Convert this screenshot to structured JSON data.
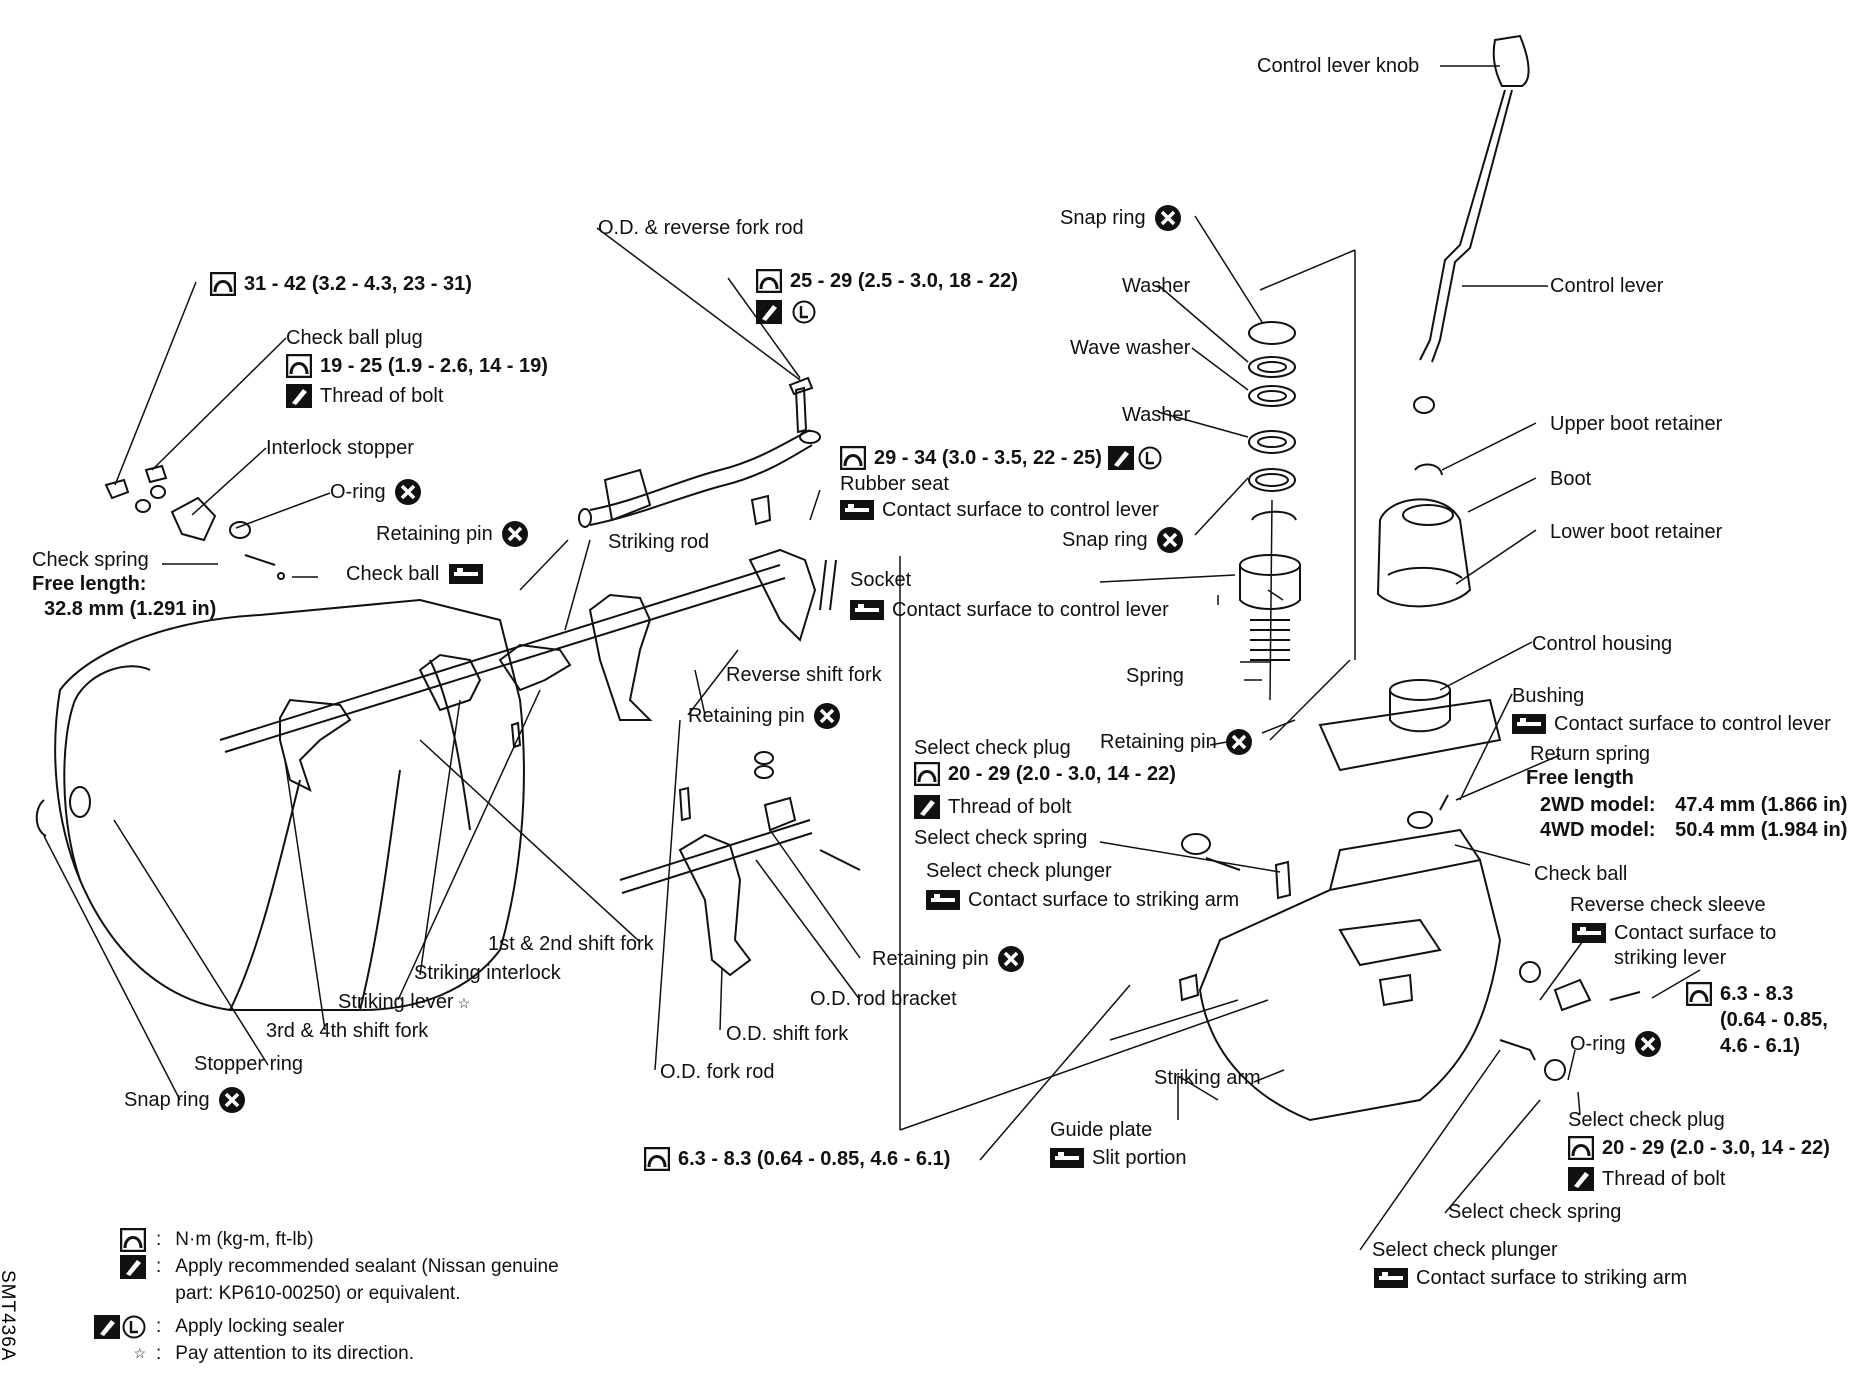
{
  "diagram_code": "SMT436A",
  "labels": {
    "control_lever_knob": "Control lever knob",
    "snap_ring": "Snap ring",
    "washer": "Washer",
    "wave_washer": "Wave washer",
    "control_lever": "Control lever",
    "od_reverse_fork_rod": "O.D. & reverse fork rod",
    "torque_top_left": "31 - 42 (3.2 - 4.3, 23 - 31)",
    "torque_fork_rod_bolt": "25 - 29 (2.5 - 3.0, 18 - 22)",
    "check_ball_plug": "Check ball plug",
    "torque_check_ball_plug": "19 - 25 (1.9 - 2.6, 14 - 19)",
    "thread_of_bolt": "Thread of bolt",
    "interlock_stopper": "Interlock stopper",
    "o_ring": "O-ring",
    "torque_rubber_seat": "29 - 34 (3.0 - 3.5, 22 - 25)",
    "rubber_seat": "Rubber seat",
    "contact_surface_control_lever": "Contact surface to control lever",
    "upper_boot_retainer": "Upper boot retainer",
    "boot": "Boot",
    "lower_boot_retainer": "Lower boot retainer",
    "retaining_pin": "Retaining pin",
    "striking_rod": "Striking rod",
    "check_spring": "Check spring",
    "free_length": "Free length:",
    "check_spring_length": "32.8 mm (1.291 in)",
    "check_ball": "Check ball",
    "socket": "Socket",
    "reverse_shift_fork": "Reverse shift fork",
    "spring": "Spring",
    "control_housing": "Control housing",
    "bushing": "Bushing",
    "return_spring": "Return spring",
    "free_length_2": "Free length",
    "model_2wd": "2WD model:",
    "model_2wd_value": "47.4 mm (1.866 in)",
    "model_4wd": "4WD model:",
    "model_4wd_value": "50.4 mm (1.984 in)",
    "select_check_plug": "Select check plug",
    "torque_select_plug": "20 - 29 (2.0 - 3.0, 14 - 22)",
    "select_check_spring": "Select check spring",
    "select_check_plunger": "Select check plunger",
    "contact_surface_striking_arm": "Contact surface to striking arm",
    "reverse_check_sleeve": "Reverse check sleeve",
    "contact_surface_to": "Contact surface to",
    "striking_lever_lc": "striking lever",
    "torque_small": "6.3 - 8.3",
    "torque_small_2": "(0.64 - 0.85,",
    "torque_small_3": "4.6 - 6.1)",
    "first_second_fork": "1st & 2nd shift fork",
    "striking_interlock": "Striking interlock",
    "striking_lever": "Striking lever",
    "third_fourth_fork": "3rd & 4th shift fork",
    "stopper_ring": "Stopper ring",
    "od_rod_bracket": "O.D. rod bracket",
    "od_shift_fork": "O.D. shift fork",
    "od_fork_rod": "O.D. fork rod",
    "torque_bottom": "6.3 - 8.3 (0.64 - 0.85, 4.6 - 6.1)",
    "striking_arm": "Striking arm",
    "guide_plate": "Guide plate",
    "slit_portion": "Slit portion"
  },
  "legend": [
    {
      "symbol": "torque-icon",
      "text": "N·m (kg-m, ft-lb)"
    },
    {
      "symbol": "sealant-icon",
      "text": "Apply recommended sealant (Nissan genuine"
    },
    {
      "symbol": "",
      "text": "part:  KP610-00250) or equivalent."
    },
    {
      "symbol": "locking-sealer-icon",
      "text": "Apply locking sealer"
    },
    {
      "symbol": "star-icon",
      "text": "Pay attention to its direction."
    }
  ],
  "colors": {
    "ink": "#111111",
    "paper": "#ffffff"
  }
}
